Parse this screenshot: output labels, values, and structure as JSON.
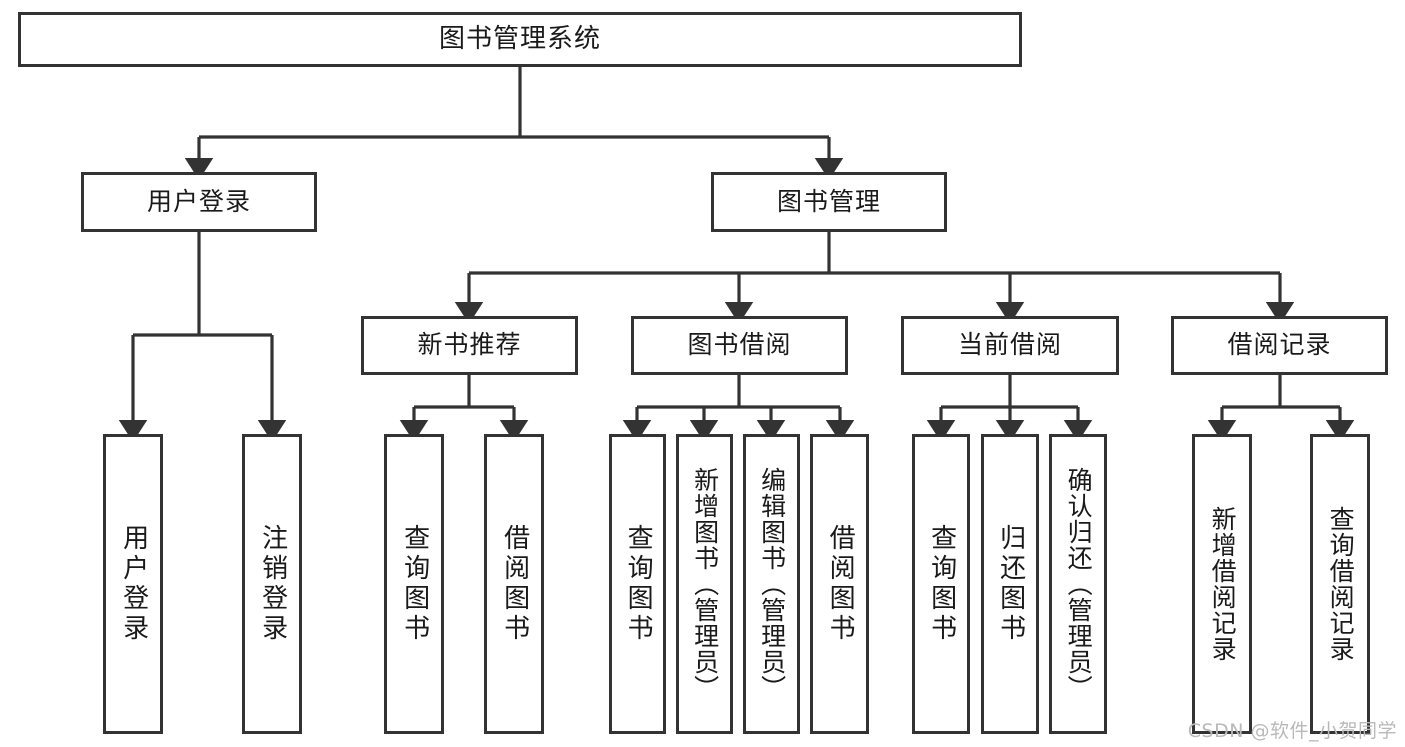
{
  "diagram": {
    "title": "图书管理系统",
    "type": "tree-hierarchy",
    "watermark": "CSDN @软件_小贺同学",
    "colors": {
      "stroke": "#333333",
      "fill": "#ffffff",
      "text": "#1a1a1a",
      "watermark": "#b9b9b9"
    },
    "levels": {
      "root": {
        "label": "图书管理系统"
      },
      "level2": [
        {
          "label": "用户登录"
        },
        {
          "label": "图书管理"
        }
      ],
      "level3": [
        {
          "label": "新书推荐"
        },
        {
          "label": "图书借阅"
        },
        {
          "label": "当前借阅"
        },
        {
          "label": "借阅记录"
        }
      ],
      "leaves": {
        "user_login": [
          {
            "label": "用户登录"
          },
          {
            "label": "注销登录"
          }
        ],
        "new_book_recommend": [
          {
            "label": "查询图书"
          },
          {
            "label": "借阅图书"
          }
        ],
        "book_borrow": [
          {
            "label": "查询图书"
          },
          {
            "label": "新增图书（管理员）"
          },
          {
            "label": "编辑图书（管理员）"
          },
          {
            "label": "借阅图书"
          }
        ],
        "current_borrow": [
          {
            "label": "查询图书"
          },
          {
            "label": "归还图书"
          },
          {
            "label": "确认归还（管理员）"
          }
        ],
        "borrow_records": [
          {
            "label": "新增借阅记录"
          },
          {
            "label": "查询借阅记录"
          }
        ]
      }
    }
  }
}
